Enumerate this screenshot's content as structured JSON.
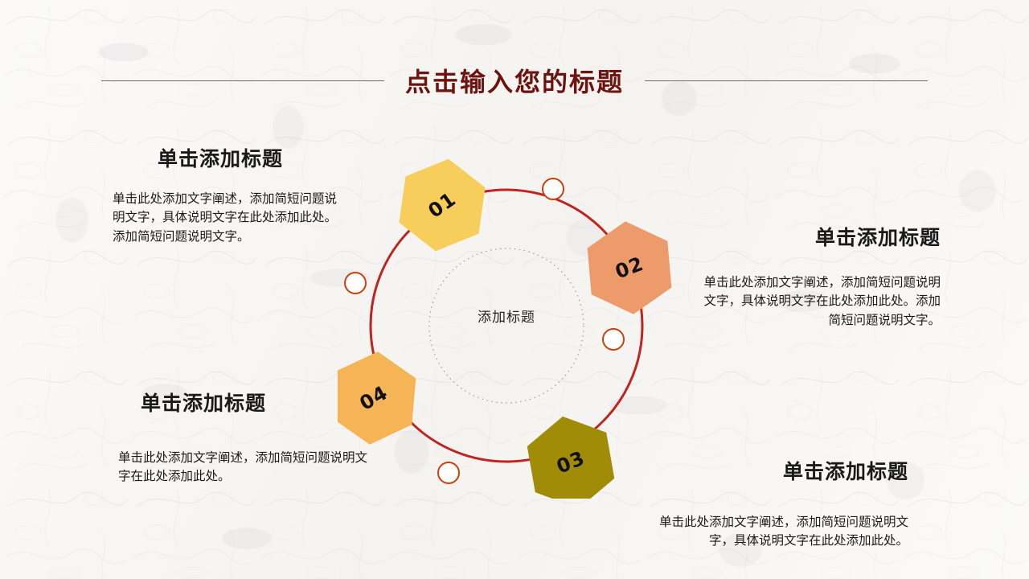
{
  "slide": {
    "title": "点击输入您的标题",
    "title_color": "#6B1410",
    "background_color": "#f7f5f2"
  },
  "diagram": {
    "center_label": "添加标题",
    "ring_color": "#BE2420",
    "node_marker_fill": "#FFFFFF",
    "node_marker_stroke": "#C8410C",
    "inner_dotted_circle_color": "#9a9a9a",
    "nodes": [
      {
        "number": "01",
        "color": "#F7CE5B",
        "angle_deg": -55
      },
      {
        "number": "02",
        "color": "#EE9B6B",
        "angle_deg": 28
      },
      {
        "number": "03",
        "color": "#A08C06",
        "angle_deg": 80
      },
      {
        "number": "04",
        "color": "#F5B455",
        "angle_deg": -32
      }
    ]
  },
  "blocks": [
    {
      "heading": "单击添加标题",
      "body": "单击此处添加文字阐述，添加简短问题说明文字，具体说明文字在此处添加此处。添加简短问题说明文字。"
    },
    {
      "heading": "单击添加标题",
      "body": "单击此处添加文字阐述，添加简短问题说明文字，具体说明文字在此处添加此处。添加简短问题说明文字。"
    },
    {
      "heading": "单击添加标题",
      "body": "单击此处添加文字阐述，添加简短问题说明文字在此处添加此处。"
    },
    {
      "heading": "单击添加标题",
      "body": "单击此处添加文字阐述，添加简短问题说明文字，具体说明文字在此处添加此处。"
    }
  ]
}
